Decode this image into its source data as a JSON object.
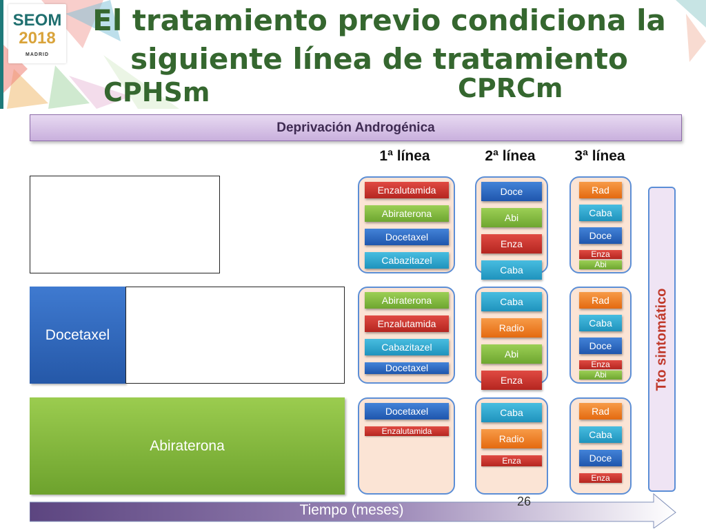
{
  "title": "El tratamiento previo condiciona la siguiente línea de tratamiento",
  "stage_hs": "CPHSm",
  "stage_rc": "CPRCm",
  "logo": {
    "line1": "SEOM",
    "line2": "2018",
    "line3": "MADRID"
  },
  "band_label": "Deprivación Androgénica",
  "column_headers": [
    "1ª línea",
    "2ª línea",
    "3ª línea"
  ],
  "left_blocks": {
    "docetaxel": "Docetaxel",
    "abiraterona": "Abiraterona"
  },
  "symptomatic": "Tto sintomático",
  "time_label": "Tiempo (meses)",
  "page_number": "26",
  "rows": [
    {
      "line1": [
        {
          "label": "Enzalutamida",
          "color": "red"
        },
        {
          "label": "Abiraterona",
          "color": "green"
        },
        {
          "label": "Docetaxel",
          "color": "blue"
        },
        {
          "label": "Cabazitazel",
          "color": "teal"
        }
      ],
      "line2": [
        {
          "label": "Doce",
          "color": "blue"
        },
        {
          "label": "Abi",
          "color": "green"
        },
        {
          "label": "Enza",
          "color": "red"
        },
        {
          "label": "Caba",
          "color": "teal"
        }
      ],
      "line3": [
        {
          "label": "Rad",
          "color": "orange"
        },
        {
          "label": "Caba",
          "color": "teal"
        },
        {
          "label": "Doce",
          "color": "blue"
        },
        {
          "label": "Enza",
          "color": "red"
        },
        {
          "label": "Abi",
          "color": "green"
        }
      ]
    },
    {
      "line1": [
        {
          "label": "Abiraterona",
          "color": "green"
        },
        {
          "label": "Enzalutamida",
          "color": "red"
        },
        {
          "label": "Cabazitazel",
          "color": "teal"
        },
        {
          "label": "Docetaxel",
          "color": "blue"
        }
      ],
      "line2": [
        {
          "label": "Caba",
          "color": "teal"
        },
        {
          "label": "Radio",
          "color": "orange"
        },
        {
          "label": "Abi",
          "color": "green"
        },
        {
          "label": "Enza",
          "color": "red"
        }
      ],
      "line3": [
        {
          "label": "Rad",
          "color": "orange"
        },
        {
          "label": "Caba",
          "color": "teal"
        },
        {
          "label": "Doce",
          "color": "blue"
        },
        {
          "label": "Enza",
          "color": "red"
        },
        {
          "label": "Abi",
          "color": "green"
        }
      ]
    },
    {
      "line1": [
        {
          "label": "Docetaxel",
          "color": "blue"
        },
        {
          "label": "Enzalutamida",
          "color": "red"
        }
      ],
      "line2": [
        {
          "label": "Caba",
          "color": "teal"
        },
        {
          "label": "Radio",
          "color": "orange"
        },
        {
          "label": "Enza",
          "color": "red"
        }
      ],
      "line3": [
        {
          "label": "Rad",
          "color": "orange"
        },
        {
          "label": "Caba",
          "color": "teal"
        },
        {
          "label": "Doce",
          "color": "blue"
        },
        {
          "label": "Enza",
          "color": "red"
        }
      ]
    }
  ]
}
